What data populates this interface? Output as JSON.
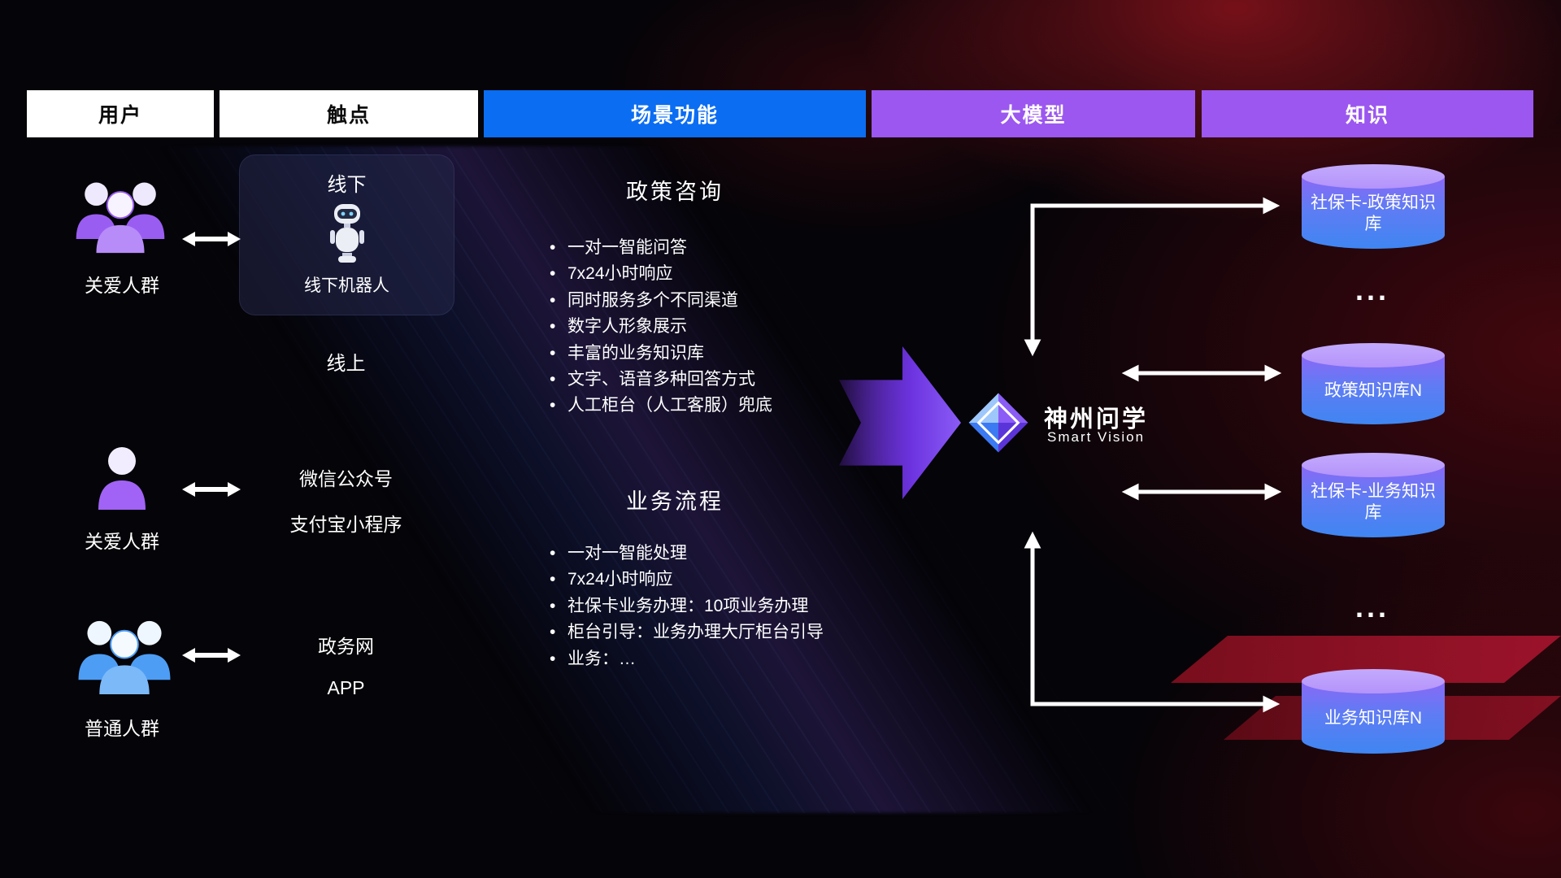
{
  "header": {
    "columns": [
      {
        "label": "用户"
      },
      {
        "label": "触点"
      },
      {
        "label": "场景功能"
      },
      {
        "label": "大模型"
      },
      {
        "label": "知识"
      }
    ]
  },
  "users": [
    {
      "label": "关爱人群"
    },
    {
      "label": "关爱人群"
    },
    {
      "label": "普通人群"
    }
  ],
  "touchpoints": {
    "offline_title": "线下",
    "offline_robot_label": "线下机器人",
    "online_label": "线上",
    "wechat": "微信公众号",
    "alipay": "支付宝小程序",
    "gov_web": "政务网",
    "app": "APP"
  },
  "scenarios": [
    {
      "title": "政策咨询",
      "items": [
        "一对一智能问答",
        "7x24小时响应",
        "同时服务多个不同渠道",
        "数字人形象展示",
        "丰富的业务知识库",
        "文字、语音多种回答方式",
        "人工柜台（人工客服）兜底"
      ]
    },
    {
      "title": "业务流程",
      "items": [
        "一对一智能处理",
        "7x24小时响应",
        "社保卡业务办理：10项业务办理",
        "柜台引导：业务办理大厅柜台引导",
        "业务：…"
      ]
    }
  ],
  "model": {
    "name": "神州问学",
    "subtitle": "Smart Vision"
  },
  "knowledge": {
    "items": [
      "社保卡-政策知识库",
      "政策知识库N",
      "社保卡-业务知识库",
      "业务知识库N"
    ],
    "dots": "..."
  },
  "colors": {
    "header_blue": "#0b6df2",
    "header_purple": "#9b57ef",
    "accent_purple": "#8a5cf6",
    "cylinder_top": "#b493fb",
    "cylinder_body_top": "#8a68f6",
    "cylinder_body_bottom": "#3f86f2"
  }
}
